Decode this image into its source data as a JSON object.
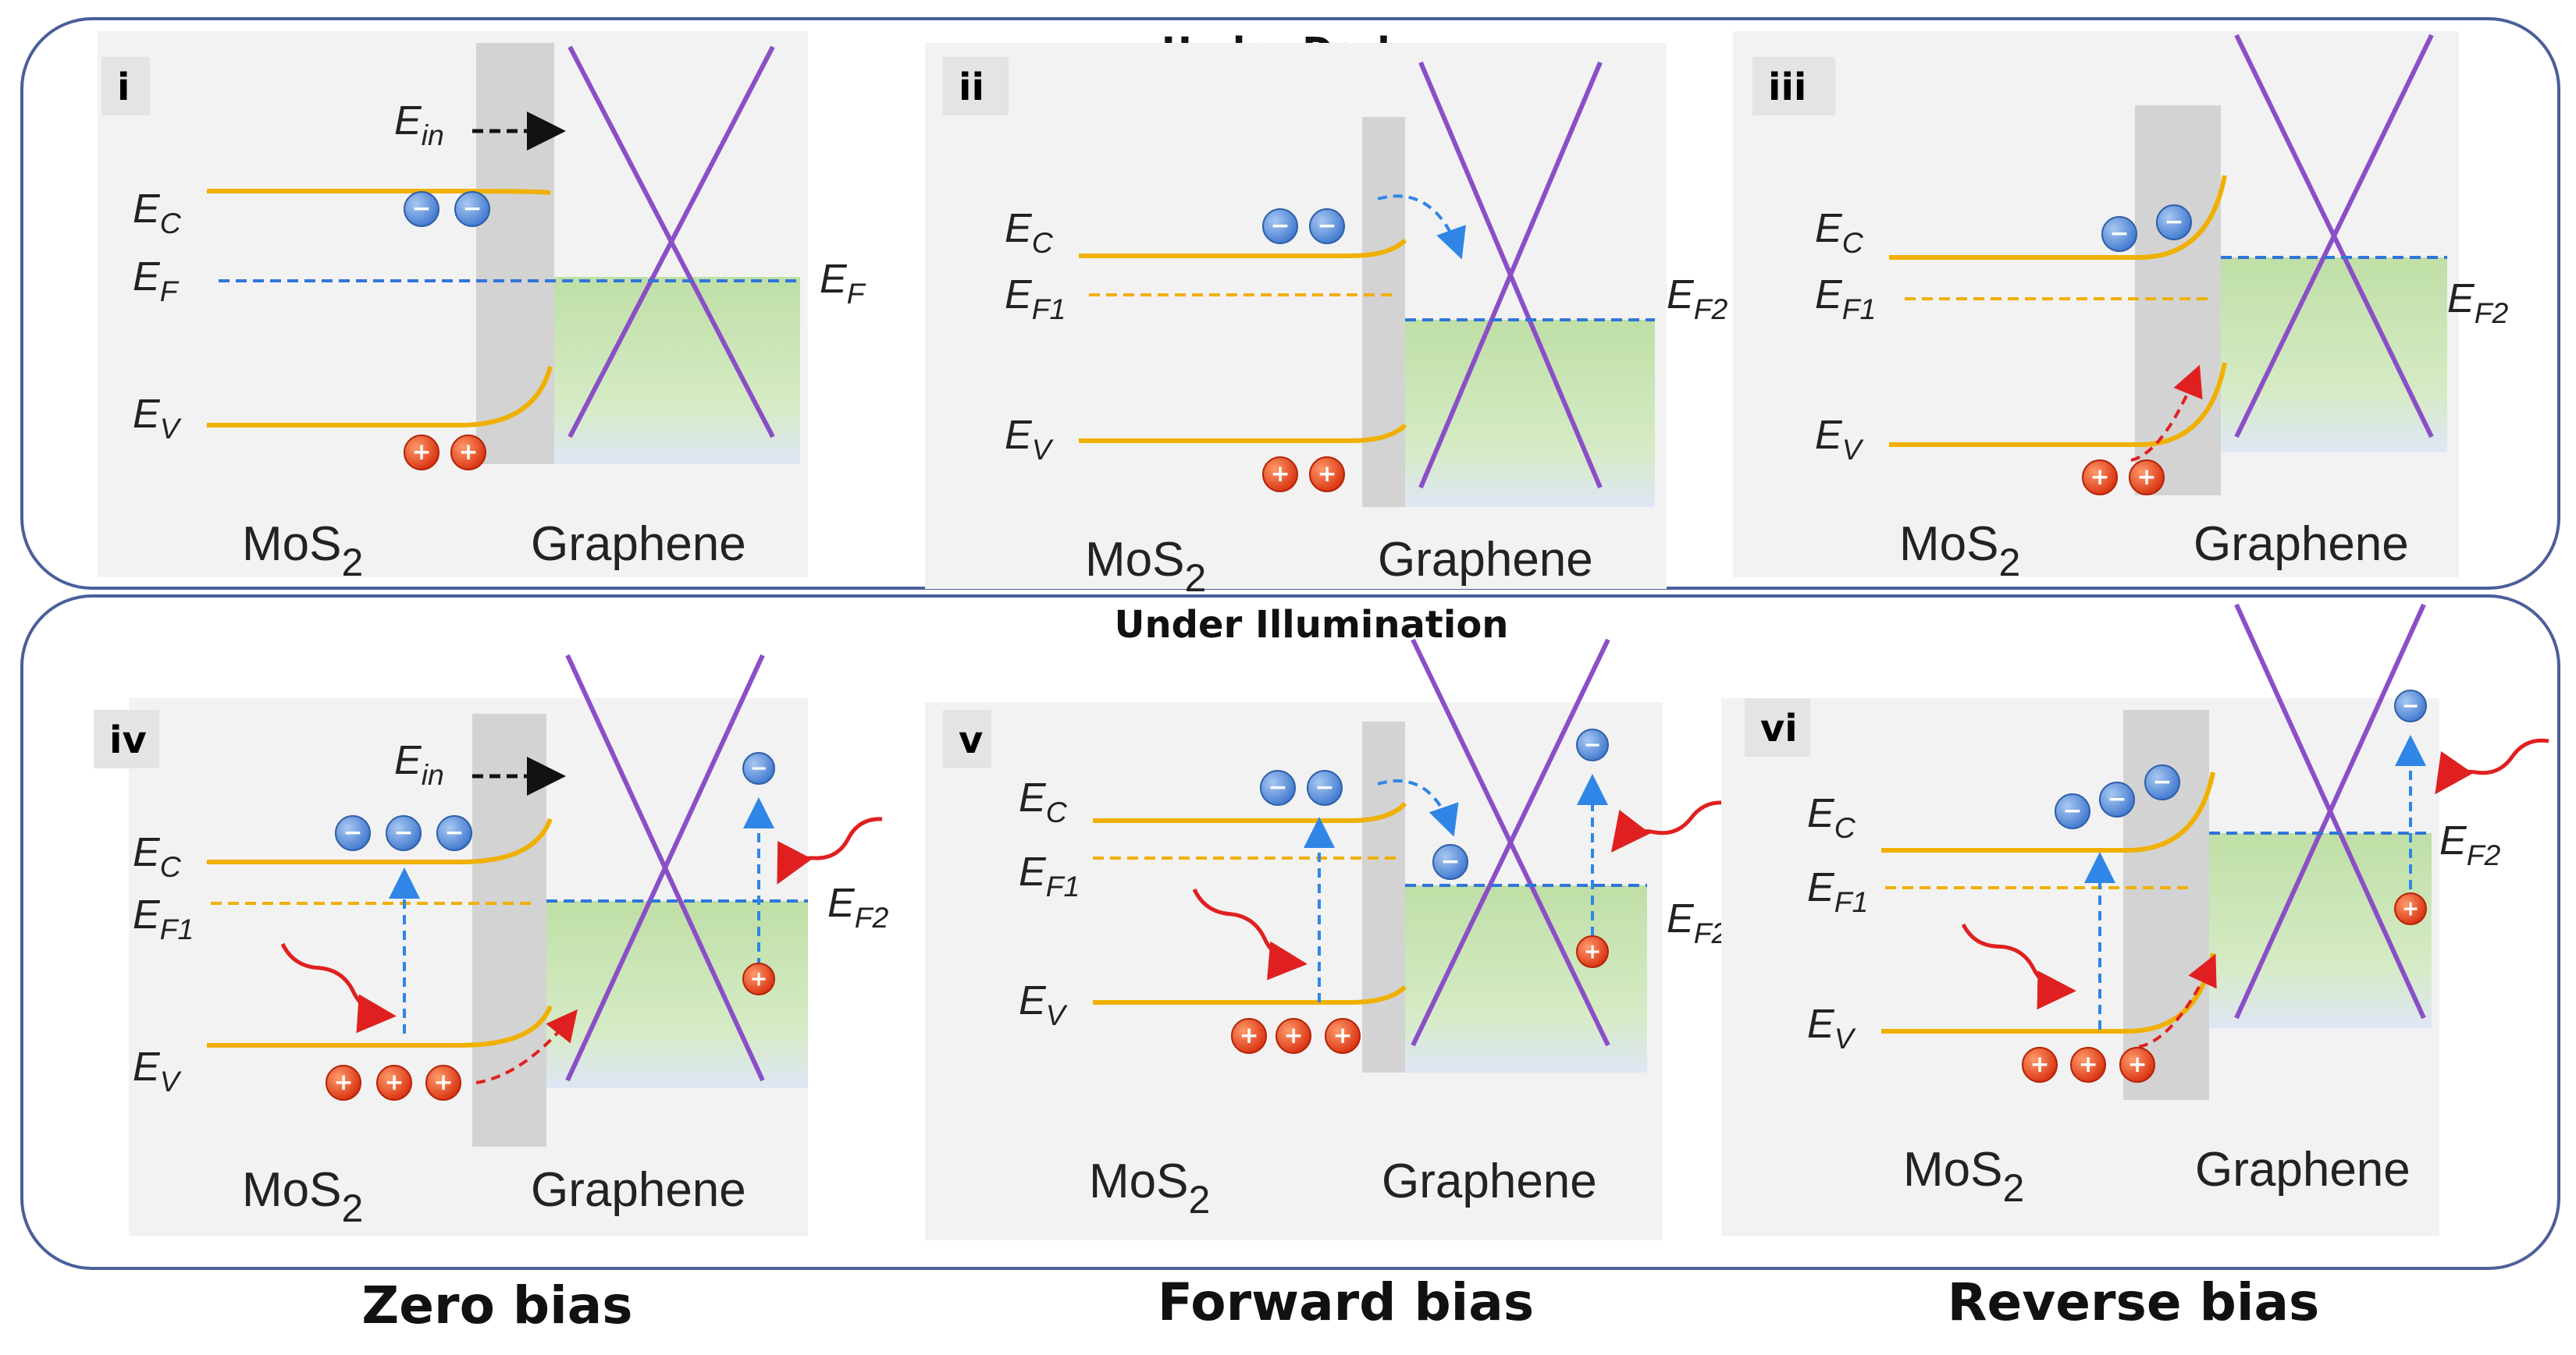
{
  "colors": {
    "panel_border": "#4a5f9a",
    "panel_bg": "#f2f2f2",
    "band": "#f0b000",
    "fermi_graphene": "#2f76d9",
    "fermi_mos2": "#f0b000",
    "dirac_cone": "#8a4fc6",
    "fill_green": "#c7e3b0",
    "barrier": "#d5d5d5",
    "electron": "#5b8fdc",
    "hole": "#e8401c",
    "electron_arrow": "#2f86e6",
    "hole_arrow": "#e02020",
    "photon": "#e02020",
    "field_arrow": "#111111"
  },
  "rows": {
    "dark_title": "Under Dark",
    "illum_title": "Under Illumination"
  },
  "columns": [
    "Zero bias",
    "Forward bias",
    "Reverse bias"
  ],
  "labels": {
    "mos2": "MoS",
    "mos2_sub": "2",
    "graphene": "Graphene",
    "E": "E",
    "sub_c": "C",
    "sub_v": "V",
    "sub_f": "F",
    "sub_f1": "F1",
    "sub_f2": "F2",
    "sub_in": "in"
  },
  "symbols": {
    "electron": "−",
    "hole": "+"
  },
  "panels": [
    {
      "id": "i",
      "illuminated": false,
      "bias": "zero"
    },
    {
      "id": "ii",
      "illuminated": false,
      "bias": "forward"
    },
    {
      "id": "iii",
      "illuminated": false,
      "bias": "reverse"
    },
    {
      "id": "iv",
      "illuminated": true,
      "bias": "zero"
    },
    {
      "id": "v",
      "illuminated": true,
      "bias": "forward"
    },
    {
      "id": "vi",
      "illuminated": true,
      "bias": "reverse"
    }
  ]
}
